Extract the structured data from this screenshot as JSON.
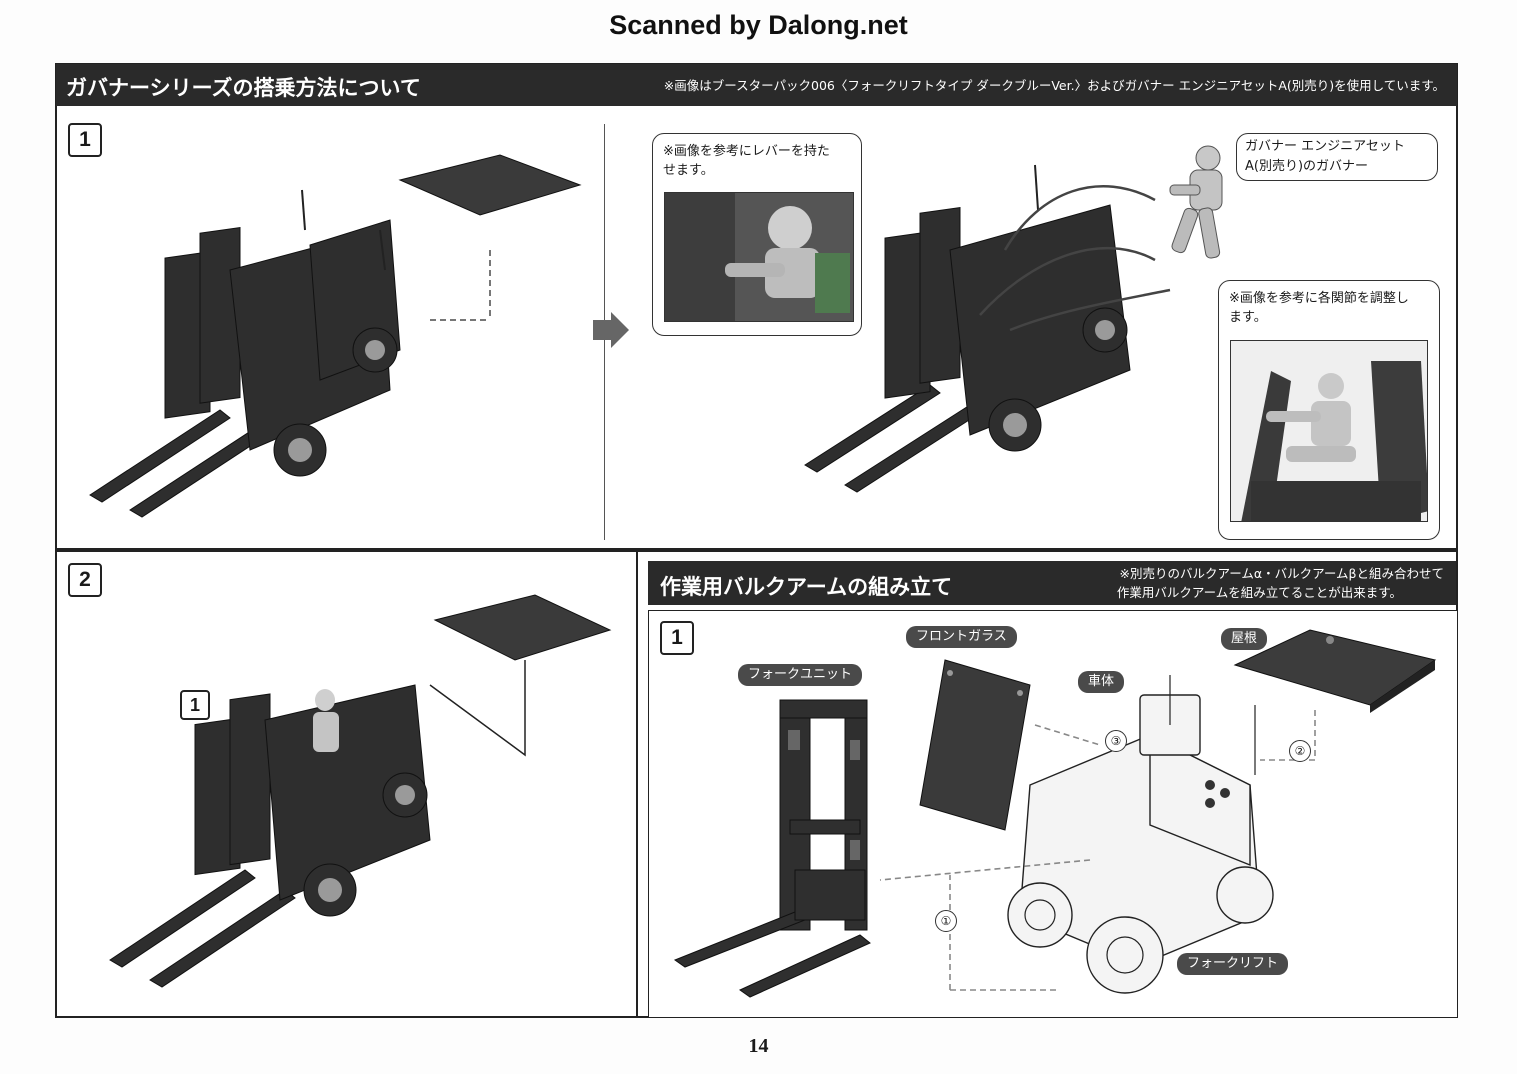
{
  "scan_credit": "Scanned by Dalong.net",
  "page_number": "14",
  "section_boarding": {
    "title": "ガバナーシリーズの搭乗方法について",
    "note": "※画像はブースターパック006〈フォークリフトタイプ ダークブルーVer.〉およびガバナー エンジニアセットA(別売り)を使用しています。",
    "step1_label": "1",
    "callout_lever": "※画像を参考にレバーを持たせます。",
    "callout_governor": "ガバナー エンジニアセットA(別売り)のガバナー",
    "callout_joints": "※画像を参考に各関節を調整します。"
  },
  "section_step2": {
    "step_label": "2",
    "marker_label": "1"
  },
  "section_bulk_arm": {
    "title": "作業用バルクアームの組み立て",
    "note_line1": "※別売りのバルクアームα・バルクアームβと組み合わせて",
    "note_line2": "作業用バルクアームを組み立てることが出来ます。",
    "step_label": "1",
    "part_fork_unit": "フォークユニット",
    "part_front_glass": "フロントガラス",
    "part_body": "車体",
    "part_roof": "屋根",
    "part_forklift": "フォークリフト",
    "order_1": "①",
    "order_2": "②",
    "order_3": "③"
  }
}
